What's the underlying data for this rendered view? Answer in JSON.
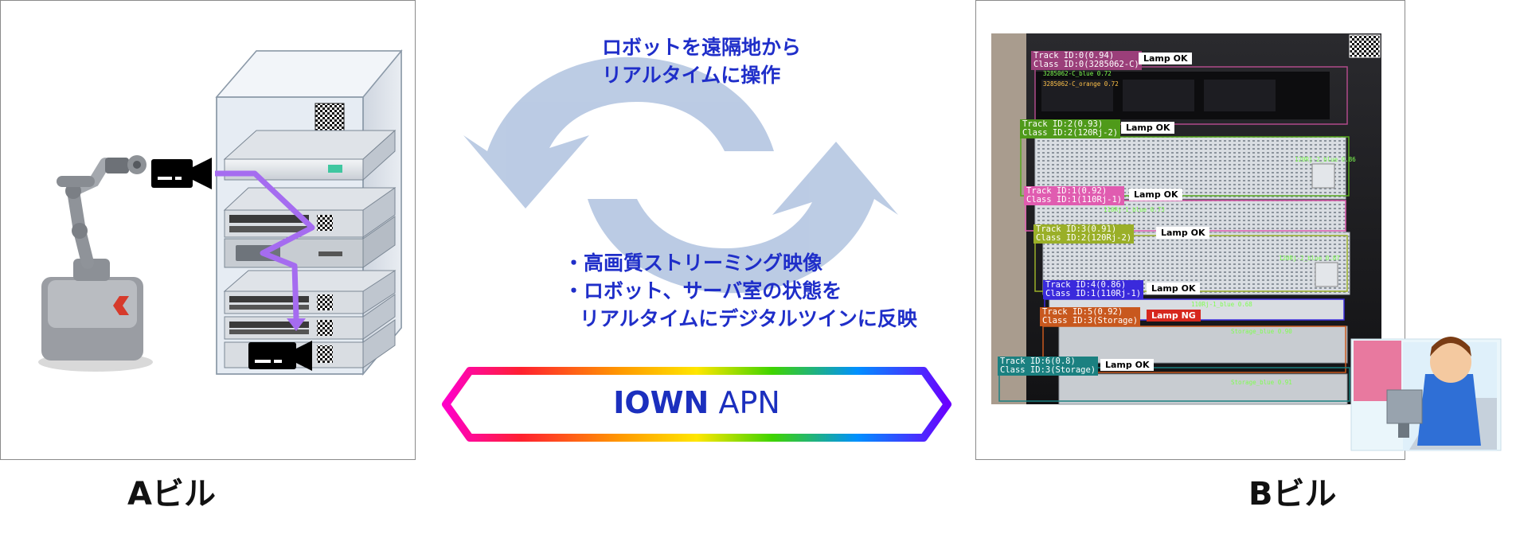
{
  "building_a": {
    "label": "Aビル"
  },
  "building_b": {
    "label": "Bビル"
  },
  "captions": {
    "top": [
      "ロボットを遠隔地から",
      "リアルタイムに操作"
    ],
    "bottom": [
      "・高画質ストリーミング映像",
      "・ロボット、サーバ室の状態を",
      "リアルタイムにデジタルツインに反映"
    ]
  },
  "network": {
    "name_bold": "IOWN",
    "name_rest": "APN"
  },
  "detections": [
    {
      "track": "Track ID:0(0.94)",
      "class": "Class ID:0(3285062-C)",
      "lamp": "Lamp OK"
    },
    {
      "track": "Track ID:2(0.93)",
      "class": "Class ID:2(120Rj-2)",
      "lamp": "Lamp OK"
    },
    {
      "track": "Track ID:1(0.92)",
      "class": "Class ID:1(110Rj-1)",
      "lamp": "Lamp OK"
    },
    {
      "track": "Track ID:3(0.91)",
      "class": "Class ID:2(120Rj-2)",
      "lamp": "Lamp OK"
    },
    {
      "track": "Track ID:4(0.86)",
      "class": "Class ID:1(110Rj-1)",
      "lamp": "Lamp OK"
    },
    {
      "track": "Track ID:5(0.92)",
      "class": "Class ID:3(Storage)",
      "lamp": "Lamp NG"
    },
    {
      "track": "Track ID:6(0.8)",
      "class": "Class ID:3(Storage)",
      "lamp": "Lamp OK"
    }
  ],
  "small_labels": [
    "3285062-C_blue 0.72",
    "3285062-C_orange 0.72",
    "120Rj-2_blue 0.86",
    "110Rj-1_blue 0.73",
    "120Rj-2_blue 0.87",
    "110Rj-1_blue 0.68",
    "Storage_blue 0.90",
    "Storage_blue 0.91"
  ],
  "colors": {
    "caption_blue": "#1f2ec9",
    "arrow_fill": "#b8c9e3",
    "route_purple": "#a56cf0",
    "lamp_ng": "#d6281e"
  }
}
